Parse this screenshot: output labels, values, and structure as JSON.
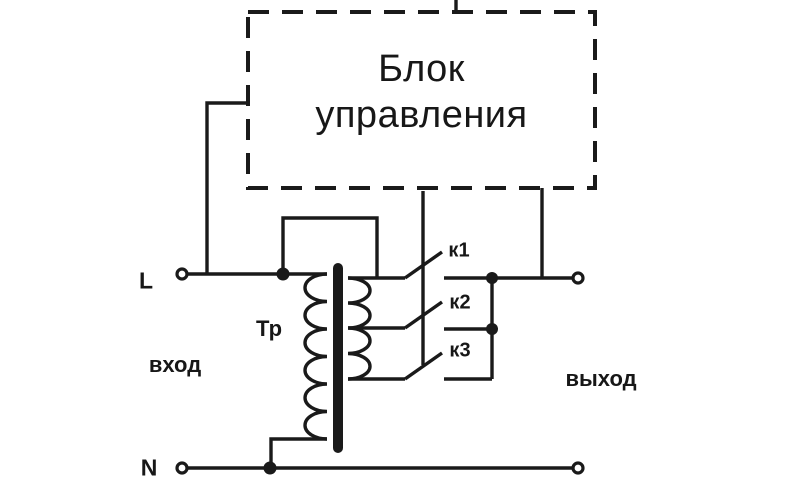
{
  "diagram": {
    "control_block": {
      "label_line1": "Блок",
      "label_line2": "управления"
    },
    "transformer_label": "Тр",
    "terminals": {
      "line": "L",
      "neutral": "N"
    },
    "side_labels": {
      "input": "вход",
      "output": "выход"
    },
    "relays": [
      {
        "label": "к1"
      },
      {
        "label": "к2"
      },
      {
        "label": "к3"
      }
    ],
    "colors": {
      "stroke": "#1a1a1a",
      "background": "#ffffff"
    }
  }
}
